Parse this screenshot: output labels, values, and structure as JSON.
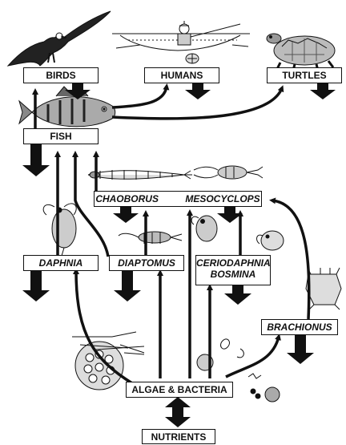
{
  "labels": {
    "birds": "BIRDS",
    "humans": "HUMANS",
    "turtles": "TURTLES",
    "fish": "FISH",
    "chaoborus": "CHAOBORUS",
    "mesocyclops": "MESOCYCLOPS",
    "daphnia": "DAPHNIA",
    "diaptomus": "DIAPTOMUS",
    "ceriodaphnia": "CERIODAPHNIA",
    "bosmina": "BOSMINA",
    "brachionus": "BRACHIONUS",
    "algae": "ALGAE & BACTERIA",
    "nutrients": "NUTRIENTS"
  },
  "colors": {
    "ink": "#111111",
    "paper": "#ffffff"
  },
  "icons": [
    "eagle-icon",
    "human-fishing-icon",
    "turtle-icon",
    "perch-fish-icon",
    "chaoborus-larva-icon",
    "mesocyclops-icon",
    "daphnia-icon",
    "diaptomus-icon",
    "ceriodaphnia-icon",
    "bosmina-icon",
    "brachionus-icon",
    "algae-colony-icon",
    "bacteria-icon"
  ]
}
